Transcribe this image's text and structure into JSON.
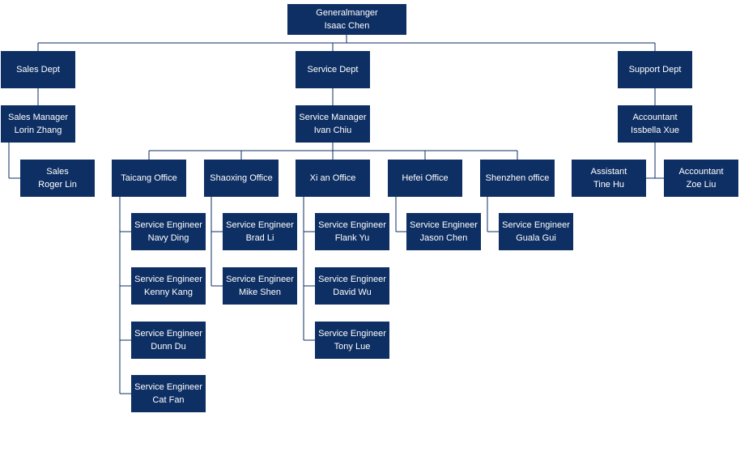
{
  "chart_data": {
    "type": "org-chart",
    "nodes": [
      {
        "id": "gm",
        "title": "Generalmanger",
        "name": "Isaac Chen"
      },
      {
        "id": "sales_dept",
        "title": "Sales Dept",
        "name": ""
      },
      {
        "id": "service_dept",
        "title": "Service Dept",
        "name": ""
      },
      {
        "id": "support_dept",
        "title": "Support Dept",
        "name": ""
      },
      {
        "id": "sales_mgr",
        "title": "Sales Manager",
        "name": "Lorin Zhang"
      },
      {
        "id": "sales",
        "title": "Sales",
        "name": "Roger Lin"
      },
      {
        "id": "service_mgr",
        "title": "Service Manager",
        "name": "Ivan Chiu"
      },
      {
        "id": "taicang",
        "title": "Taicang Office",
        "name": ""
      },
      {
        "id": "shaoxing",
        "title": "Shaoxing Office",
        "name": ""
      },
      {
        "id": "xian",
        "title": "Xi an Office",
        "name": ""
      },
      {
        "id": "hefei",
        "title": "Hefei Office",
        "name": ""
      },
      {
        "id": "shenzhen",
        "title": "Shenzhen office",
        "name": ""
      },
      {
        "id": "eng_navy",
        "title": "Service Engineer",
        "name": "Navy Ding"
      },
      {
        "id": "eng_kenny",
        "title": "Service Engineer",
        "name": "Kenny Kang"
      },
      {
        "id": "eng_dunn",
        "title": "Service Engineer",
        "name": "Dunn Du"
      },
      {
        "id": "eng_cat",
        "title": "Service Engineer",
        "name": "Cat Fan"
      },
      {
        "id": "eng_brad",
        "title": "Service Engineer",
        "name": "Brad Li"
      },
      {
        "id": "eng_mike",
        "title": "Service Engineer",
        "name": "Mike Shen"
      },
      {
        "id": "eng_flank",
        "title": "Service Engineer",
        "name": "Flank Yu"
      },
      {
        "id": "eng_david",
        "title": "Service Engineer",
        "name": "David Wu"
      },
      {
        "id": "eng_tony",
        "title": "Service Engineer",
        "name": "Tony Lue"
      },
      {
        "id": "eng_jason",
        "title": "Service Engineer",
        "name": "Jason Chen"
      },
      {
        "id": "eng_guala",
        "title": "Service Engineer",
        "name": "Guala Gui"
      },
      {
        "id": "accountant_isb",
        "title": "Accountant",
        "name": "Issbella Xue"
      },
      {
        "id": "assistant",
        "title": "Assistant",
        "name": "Tine Hu"
      },
      {
        "id": "accountant_zoe",
        "title": "Accountant",
        "name": "Zoe Liu"
      }
    ],
    "edges": [
      [
        "gm",
        "sales_dept"
      ],
      [
        "gm",
        "service_dept"
      ],
      [
        "gm",
        "support_dept"
      ],
      [
        "sales_dept",
        "sales_mgr"
      ],
      [
        "sales_mgr",
        "sales"
      ],
      [
        "service_dept",
        "service_mgr"
      ],
      [
        "service_mgr",
        "taicang"
      ],
      [
        "service_mgr",
        "shaoxing"
      ],
      [
        "service_mgr",
        "xian"
      ],
      [
        "service_mgr",
        "hefei"
      ],
      [
        "service_mgr",
        "shenzhen"
      ],
      [
        "taicang",
        "eng_navy"
      ],
      [
        "taicang",
        "eng_kenny"
      ],
      [
        "taicang",
        "eng_dunn"
      ],
      [
        "taicang",
        "eng_cat"
      ],
      [
        "shaoxing",
        "eng_brad"
      ],
      [
        "shaoxing",
        "eng_mike"
      ],
      [
        "xian",
        "eng_flank"
      ],
      [
        "xian",
        "eng_david"
      ],
      [
        "xian",
        "eng_tony"
      ],
      [
        "hefei",
        "eng_jason"
      ],
      [
        "shenzhen",
        "eng_guala"
      ],
      [
        "support_dept",
        "accountant_isb"
      ],
      [
        "accountant_isb",
        "assistant"
      ],
      [
        "accountant_isb",
        "accountant_zoe"
      ]
    ],
    "colors": {
      "box": "#0e2f63",
      "text": "#ffffff",
      "line": "#0e2f63"
    }
  }
}
